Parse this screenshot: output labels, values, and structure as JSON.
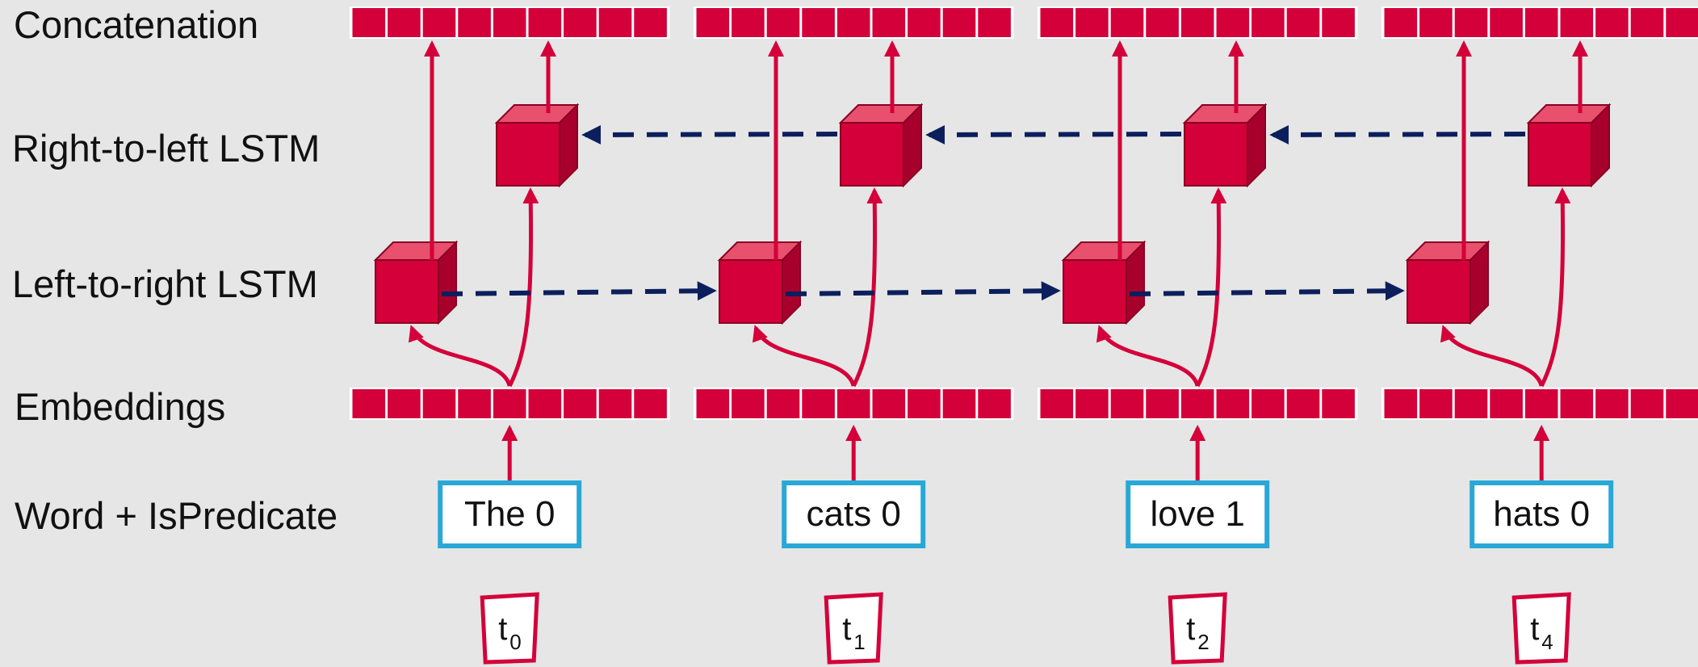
{
  "row_labels": {
    "concatenation": "Concatenation",
    "right_to_left": "Right-to-left LSTM",
    "left_to_right": "Left-to-right LSTM",
    "embeddings": "Embeddings",
    "word_input": "Word + IsPredicate"
  },
  "tokens": [
    {
      "word": "The 0",
      "time_base": "t",
      "time_sub": "0"
    },
    {
      "word": "cats 0",
      "time_base": "t",
      "time_sub": "1"
    },
    {
      "word": "love 1",
      "time_base": "t",
      "time_sub": "2"
    },
    {
      "word": "hats 0",
      "time_base": "t",
      "time_sub": "4"
    }
  ],
  "colors": {
    "background": "#e6e6e6",
    "vector_red": "#d4003a",
    "cell_front": "#d4003a",
    "cell_top": "#e8506e",
    "cell_side": "#a8002d",
    "recurrent_arrow": "#0b1f5c",
    "word_border": "#29a8d6"
  }
}
